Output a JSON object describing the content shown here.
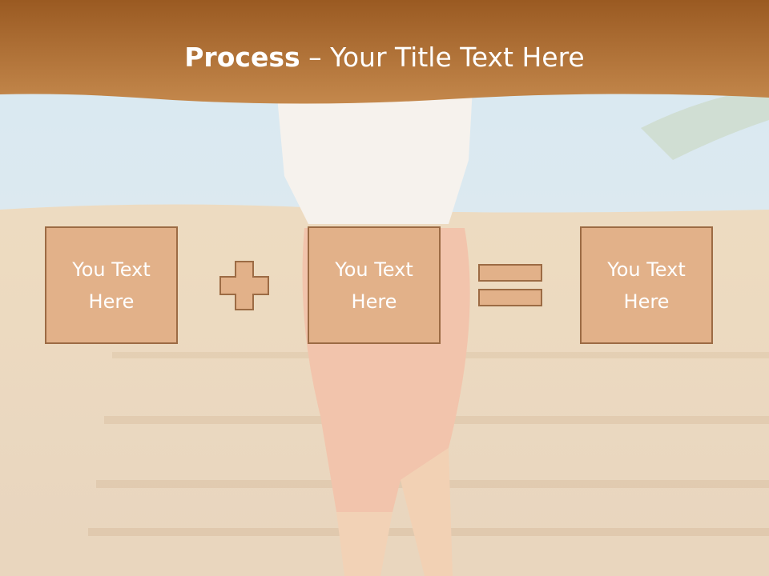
{
  "slide": {
    "title_bold": "Process",
    "title_separator": " – ",
    "title_rest": "Your Title Text Here",
    "boxes": [
      {
        "label": "You Text\nHere"
      },
      {
        "label": "You Text\nHere"
      },
      {
        "label": "You Text\nHere"
      }
    ],
    "operators": [
      "plus-icon",
      "equals-icon"
    ],
    "colors": {
      "title_band": "#a8642a",
      "box_fill": "#e2b189",
      "box_border": "#9c6b44",
      "text": "#ffffff"
    }
  }
}
